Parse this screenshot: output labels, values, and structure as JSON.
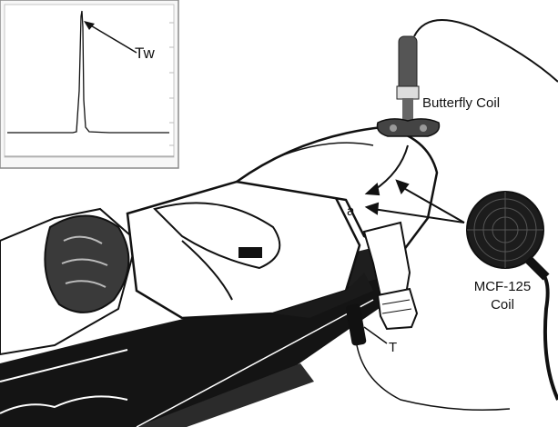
{
  "labels": {
    "tw": "Tw",
    "butterfly_coil": "Butterfly Coil",
    "a": "a",
    "mcf_line1": "MCF-125",
    "mcf_line2": "Coil",
    "t": "T"
  },
  "inset": {
    "x_axis_label": "",
    "y_axis_ticks": [
      "",
      "",
      "",
      "",
      "",
      ""
    ]
  },
  "colors": {
    "ink": "#111111",
    "background": "#ffffff",
    "inset_border": "#8a8a8a",
    "coil_disk": "#1c1c1c"
  }
}
